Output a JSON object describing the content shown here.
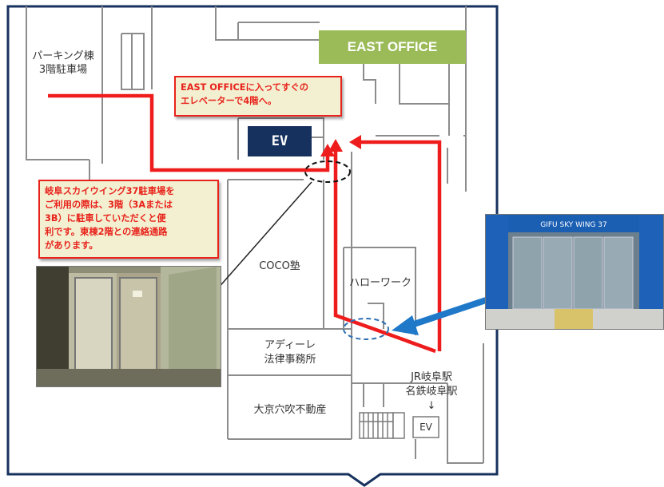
{
  "east_office": "EAST OFFICE",
  "ev_main": "EV",
  "parking_label": "パーキング棟\n3階駐車場",
  "note_top": "EAST OFFICEに入ってすぐの\nエレベーターで4階へ。",
  "note_left": "岐阜スカイウイング37駐車場を\nご利用の際は、3階（3Aまたは\n3B）に駐車していただくと便\n利です。東棟2階との連絡通路\nがあります。",
  "rooms": {
    "coco": "COCO塾",
    "hello_work": "ハローワーク",
    "aderire": "アディーレ\n法律事務所",
    "daikyo": "大京穴吹不動産"
  },
  "station_label": "JR岐阜駅\n名鉄岐阜駅\n↓",
  "ev_small": "EV",
  "photo_entrance_sign": "GIFU SKY WING 37",
  "colors": {
    "route": "#ee1c1c",
    "arrow_blue": "#1f78c8",
    "east_office_bg": "#9bbb59",
    "ev_bg": "#17315e",
    "frame": "#17315e",
    "note_border": "#e8231b",
    "note_bg": "#f3f0d2"
  }
}
